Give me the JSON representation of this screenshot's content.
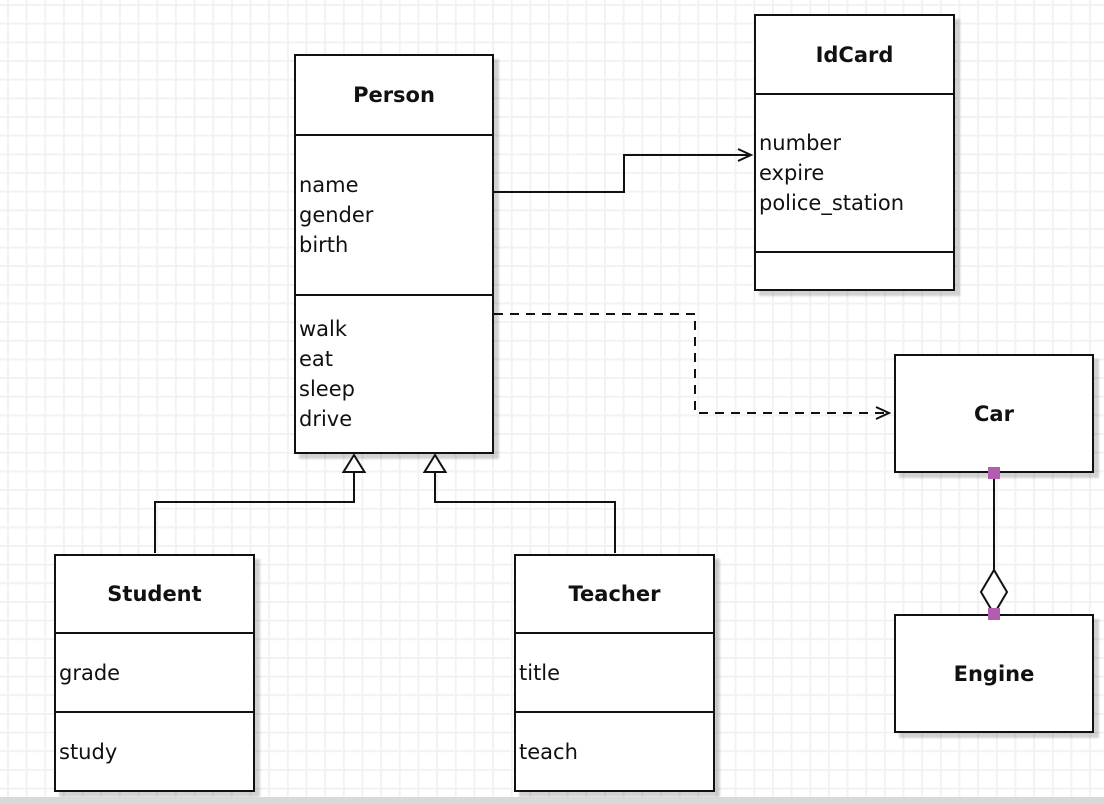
{
  "diagram": {
    "type": "uml-class-diagram",
    "classes": {
      "person": {
        "name": "Person",
        "attributes": [
          "name",
          "gender",
          "birth"
        ],
        "methods": [
          "walk",
          "eat",
          "sleep",
          "drive"
        ]
      },
      "idcard": {
        "name": "IdCard",
        "attributes": [
          "number",
          "expire",
          "police_station"
        ],
        "methods": []
      },
      "car": {
        "name": "Car"
      },
      "engine": {
        "name": "Engine"
      },
      "student": {
        "name": "Student",
        "attributes": [
          "grade"
        ],
        "methods": [
          "study"
        ]
      },
      "teacher": {
        "name": "Teacher",
        "attributes": [
          "title"
        ],
        "methods": [
          "teach"
        ]
      }
    },
    "edges": [
      {
        "from": "Person",
        "to": "IdCard",
        "type": "association",
        "line": "solid",
        "arrow": "open-arrow"
      },
      {
        "from": "Person",
        "to": "Car",
        "type": "dependency",
        "line": "dashed",
        "arrow": "open-arrow"
      },
      {
        "from": "Student",
        "to": "Person",
        "type": "generalization",
        "line": "solid",
        "arrow": "hollow-triangle"
      },
      {
        "from": "Teacher",
        "to": "Person",
        "type": "generalization",
        "line": "solid",
        "arrow": "hollow-triangle"
      },
      {
        "from": "Car",
        "to": "Engine",
        "type": "aggregation",
        "line": "solid",
        "arrow": "hollow-diamond",
        "endpoint_handles": "purple-squares"
      }
    ],
    "colors": {
      "line": "#111111",
      "box_fill": "#ffffff",
      "box_shadow": "#c9c9c9",
      "grid_line": "#f2f2f5",
      "canvas_bottom_edge": "#d9d9d9",
      "endpoint_handle": "#b35cb0"
    }
  }
}
